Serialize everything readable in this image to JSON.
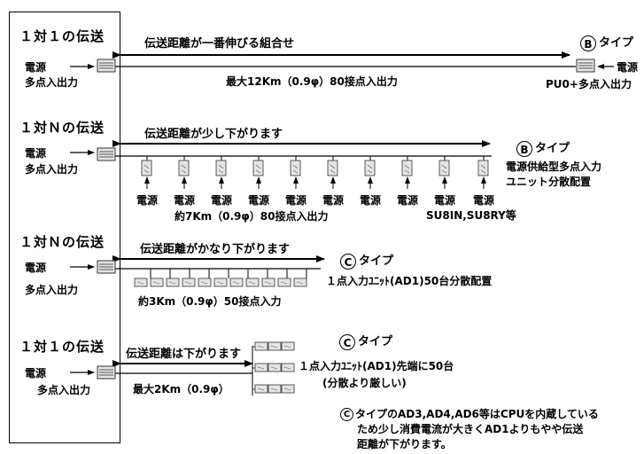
{
  "sections": [
    {
      "title": "１対１の伝送",
      "power": "電源",
      "io": "多点入出力",
      "range_label": "伝送距離が一番伸びる組合せ",
      "spec": "最大12Km（0.9φ）80接点入出力",
      "type_letter": "B",
      "type_text": "タイプ",
      "right_power": "電源",
      "right_io": "PU0+多点入出力"
    },
    {
      "title": "１対Ｎの伝送",
      "power": "電源",
      "io": "多点入出力",
      "range_label": "伝送距離が少し下がります",
      "unit_power_labels": [
        "電源",
        "電源",
        "電源",
        "電源",
        "電源",
        "電源",
        "電源",
        "電源",
        "電源",
        "電源"
      ],
      "spec": "約7Km（0.9φ）80接点入出力",
      "models": "SU8IN,SU8RY等",
      "type_letter": "B",
      "type_text": "タイプ",
      "note_line1": "電源供給型多点入力",
      "note_line2": "ユニット分散配置"
    },
    {
      "title": "１対Ｎの伝送",
      "power": "電源",
      "io": "多点入出力",
      "range_label": "伝送距離がかなり下がります",
      "spec": "約3Km（0.9φ）50接点入力",
      "type_letter": "C",
      "type_text": "タイプ",
      "note": "１点入力ﾕﾆｯﾄ(AD1)50台分散配置"
    },
    {
      "title": "１対１の伝送",
      "power": "電源",
      "io": "多点入出力",
      "range_label": "伝送距離は下がります",
      "spec": "最大2Km（0.9φ）",
      "type_letter": "C",
      "type_text": "タイプ",
      "note_line1": "１点入力ﾕﾆｯﾄ(AD1)先端に50台",
      "note_line2": "(分散より厳しい)"
    }
  ],
  "footer_note": {
    "type_letter": "C",
    "line1": "タイプのAD3,AD4,AD6等はCPUを内蔵している",
    "line2": "ため少し消費電流が大きくAD1よりもやや伝送",
    "line3": "距離が下がります。"
  },
  "colors": {
    "line": "#000000",
    "device_fill": "#e4e4e4",
    "device_edge": "#333333"
  }
}
